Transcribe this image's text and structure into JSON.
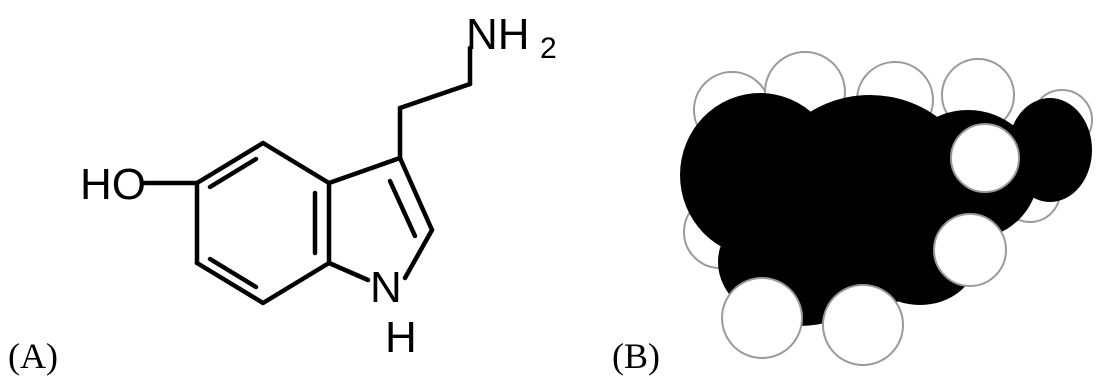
{
  "panels": [
    {
      "label": "(A)"
    },
    {
      "label": "(B)"
    }
  ],
  "structure": {
    "hydroxyl": "HO",
    "amine_main": "NH",
    "amine_subscript": "2",
    "ring_n": "N",
    "ring_h": "H"
  },
  "colors": {
    "ink": "#000000",
    "background": "#ffffff",
    "hydrogen_fill": "#ffffff",
    "hydrogen_outline": "#9a9a9a"
  }
}
